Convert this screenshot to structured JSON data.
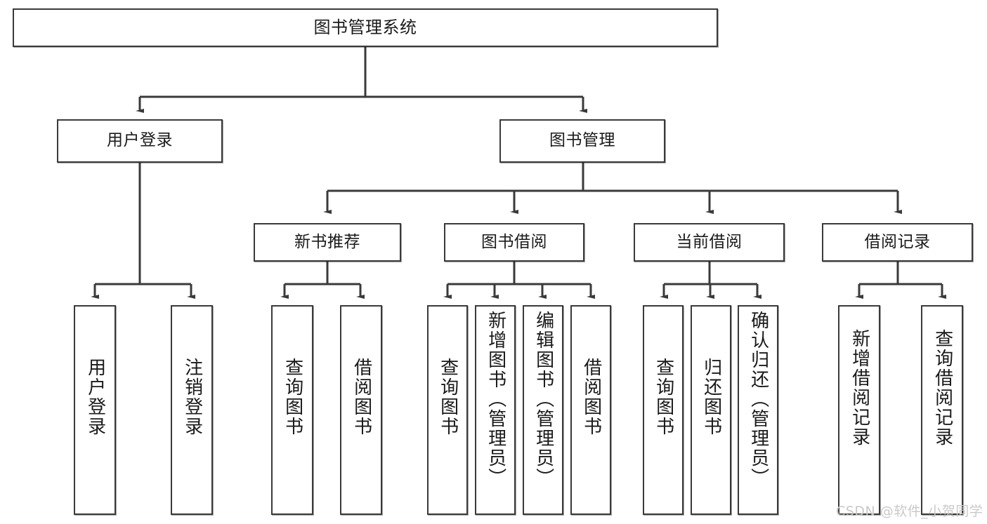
{
  "diagram": {
    "title_node": {
      "label": "图书管理系统"
    },
    "level2": [
      {
        "id": "user-login",
        "label": "用户登录"
      },
      {
        "id": "book-management",
        "label": "图书管理"
      }
    ],
    "level3": [
      {
        "id": "new-book-recommend",
        "label": "新书推荐"
      },
      {
        "id": "book-borrow",
        "label": "图书借阅"
      },
      {
        "id": "current-borrow",
        "label": "当前借阅"
      },
      {
        "id": "borrow-record",
        "label": "借阅记录"
      }
    ],
    "leaves": {
      "user_login": [
        {
          "id": "leaf-user-login",
          "label": "用户登录"
        },
        {
          "id": "leaf-logout-login",
          "label": "注销登录"
        }
      ],
      "new_book_recommend": [
        {
          "id": "leaf-query-book-1",
          "label": "查询图书"
        },
        {
          "id": "leaf-borrow-book-1",
          "label": "借阅图书"
        }
      ],
      "book_borrow": [
        {
          "id": "leaf-query-book-2",
          "label": "查询图书"
        },
        {
          "id": "leaf-add-book",
          "label": "新增图书（管理员）"
        },
        {
          "id": "leaf-edit-book",
          "label": "编辑图书（管理员）"
        },
        {
          "id": "leaf-borrow-book-2",
          "label": "借阅图书"
        }
      ],
      "current_borrow": [
        {
          "id": "leaf-query-book-3",
          "label": "查询图书"
        },
        {
          "id": "leaf-return-book",
          "label": "归还图书"
        },
        {
          "id": "leaf-confirm-return",
          "label": "确认归还（管理员）"
        }
      ],
      "borrow_record": [
        {
          "id": "leaf-add-record",
          "label": "新增借阅记录"
        },
        {
          "id": "leaf-query-record",
          "label": "查询借阅记录"
        }
      ]
    }
  },
  "watermark": {
    "text": "CSDN @软件_小贺同学"
  },
  "colors": {
    "stroke": "#3a3a3a",
    "fill": "#ffffff",
    "text": "#1a1a1a",
    "watermark": "#c9c9c9"
  }
}
